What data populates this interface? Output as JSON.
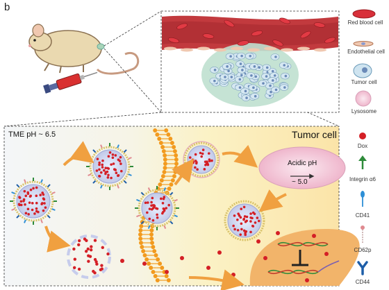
{
  "panel_label": "b",
  "legend": {
    "red_blood_cell": "Red blood cell",
    "endothelial_cell": "Endothelial cell",
    "tumor_cell": "Tumor cell",
    "lysosome": "Lysosome",
    "dox": "Dox",
    "integrin": "Integrin α6",
    "cd41": "CD41",
    "cd62p": "CD62p",
    "cd44": "CD44"
  },
  "labels": {
    "tme_ph": "TME pH ~ 6.5",
    "tumor_cell_title": "Tumor cell",
    "acidic_ph_line1": "Acidic pH",
    "acidic_ph_line2": "~ 5.0"
  },
  "colors": {
    "blood_vessel": "#b8363a",
    "red_blood_cell": "#d8303a",
    "tumor_tissue": "#b9dccc",
    "dox": "#d41f26",
    "arrow": "#f0a040",
    "integrin": "#2e8b3a",
    "cd41": "#2e8fd6",
    "membrane": "#f29a1e",
    "nucleus": "#f2b46a",
    "lysosome": "#f4c9d8"
  }
}
